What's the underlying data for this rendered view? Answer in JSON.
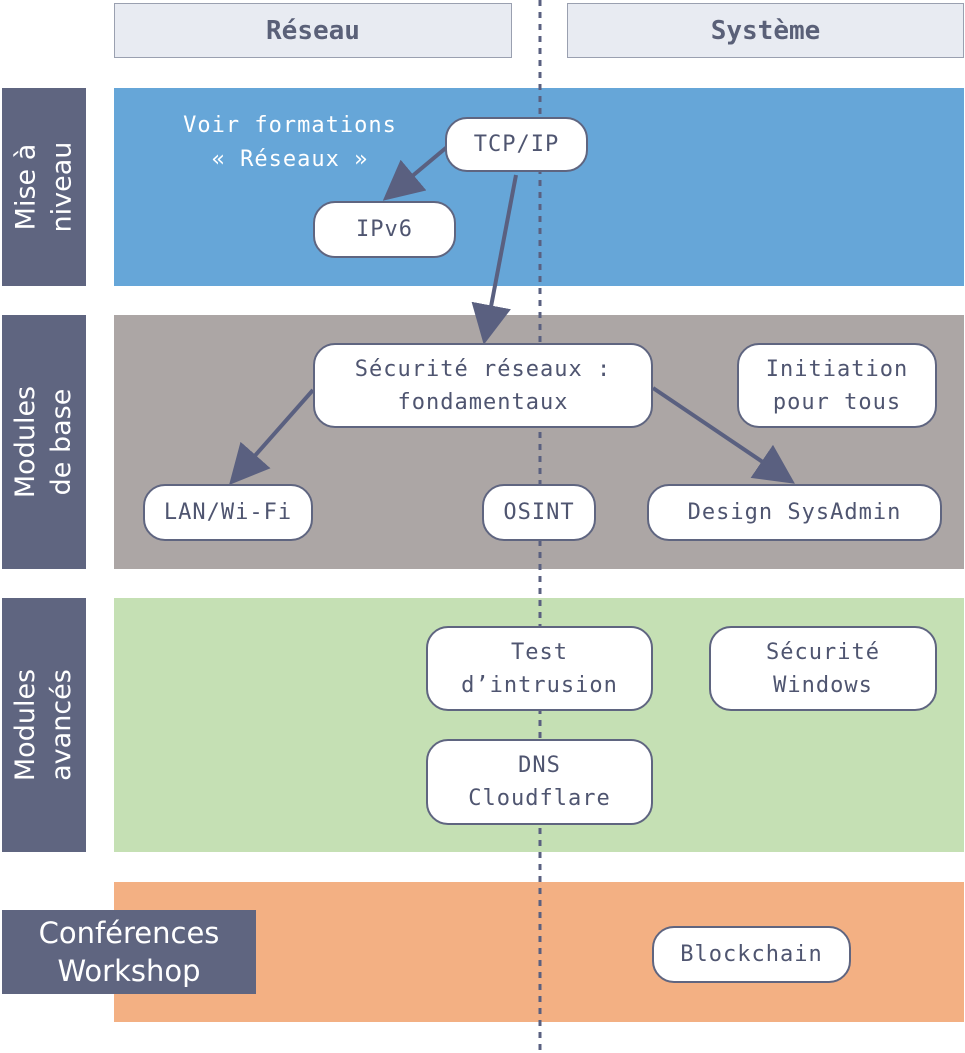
{
  "columns": {
    "left": "Réseau",
    "right": "Système"
  },
  "rows": {
    "upgrade": {
      "label": "Mise à\nniveau",
      "color": "#66a6d8"
    },
    "base": {
      "label": "Modules\nde base",
      "color": "#aca6a5"
    },
    "advanced": {
      "label": "Modules\navancés",
      "color": "#c5e0b4"
    },
    "conferences": {
      "label": "Conférences\nWorkshop",
      "color": "#f3b083"
    }
  },
  "note": "Voir formations\n« Réseaux »",
  "nodes": {
    "tcpip": "TCP/IP",
    "ipv6": "IPv6",
    "secu_reseaux": "Sécurité réseaux :\nfondamentaux",
    "initiation": "Initiation\npour tous",
    "lan_wifi": "LAN/Wi-Fi",
    "osint": "OSINT",
    "design_sysadmin": "Design SysAdmin",
    "test_intrusion": "Test\nd’intrusion",
    "secu_windows": "Sécurité\nWindows",
    "dns_cloudflare": "DNS\nCloudflare",
    "blockchain": "Blockchain"
  },
  "colors": {
    "label_bg": "#5f6580",
    "arrow": "#5a6080",
    "node_border": "#5f6580"
  }
}
